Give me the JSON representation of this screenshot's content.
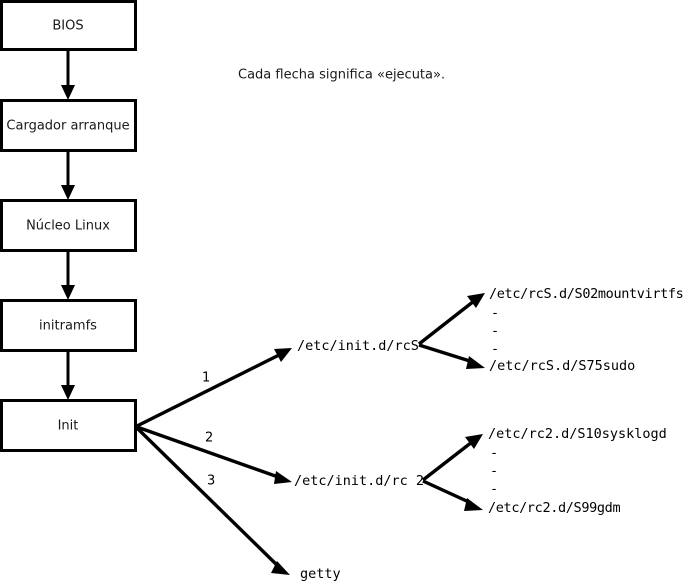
{
  "caption": {
    "text": "Cada flecha significa «ejecuta»."
  },
  "boot_chain": {
    "boxes": [
      {
        "label": "BIOS"
      },
      {
        "label": "Cargador arranque"
      },
      {
        "label": "Núcleo Linux"
      },
      {
        "label": "initramfs"
      },
      {
        "label": "Init"
      }
    ]
  },
  "init_branches": [
    {
      "number": "1",
      "target": "/etc/init.d/rcS"
    },
    {
      "number": "2",
      "target": "/etc/init.d/rc 2"
    },
    {
      "number": "3",
      "target": "getty"
    }
  ],
  "rcs_scripts": {
    "first": "/etc/rcS.d/S02mountvirtfs",
    "ellipsis": [
      "-",
      "-",
      "-"
    ],
    "last": "/etc/rcS.d/S75sudo"
  },
  "rc2_scripts": {
    "first": "/etc/rc2.d/S10sysklogd",
    "ellipsis": [
      "-",
      "-",
      "-"
    ],
    "last": "/etc/rc2.d/S99gdm"
  },
  "colors": {
    "stroke": "#000000",
    "background": "#ffffff",
    "text": "#1a1a1a"
  }
}
